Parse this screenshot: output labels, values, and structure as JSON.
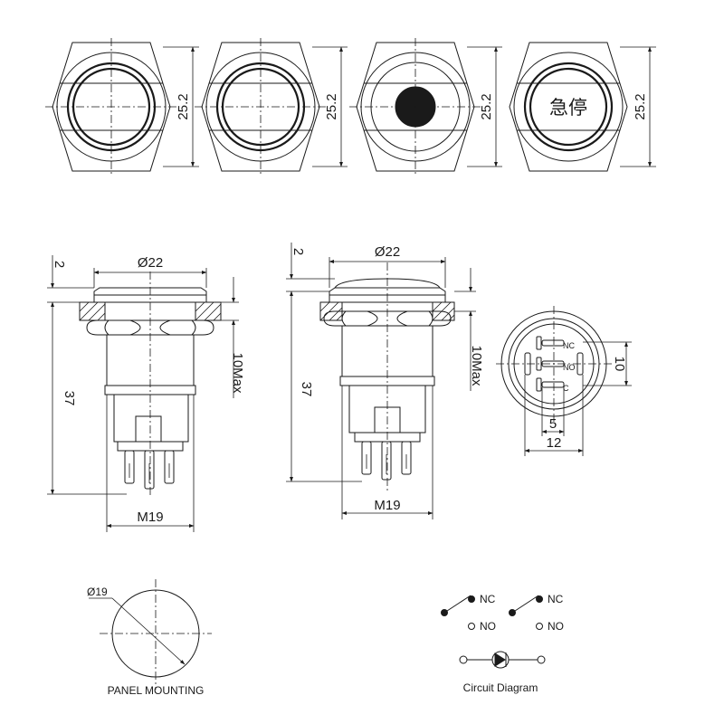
{
  "top_views": {
    "dim_height": "25.2",
    "emergency_stop_text": "急停"
  },
  "side_views": {
    "dim_top": "2",
    "dim_diameter": "Ø22",
    "dim_length": "37",
    "dim_panel_max": "10Max",
    "dim_thread": "M19"
  },
  "terminal_view": {
    "dim_height": "10",
    "dim_pitch": "5",
    "dim_width": "12",
    "pin_label_nc": "NC",
    "pin_label_no": "NO",
    "pin_label_c": "C"
  },
  "panel_mounting": {
    "hole_diameter": "Ø19",
    "caption": "PANEL MOUNTING"
  },
  "circuit": {
    "nc_label": "NC",
    "no_label": "NO",
    "caption": "Circuit Diagram"
  }
}
